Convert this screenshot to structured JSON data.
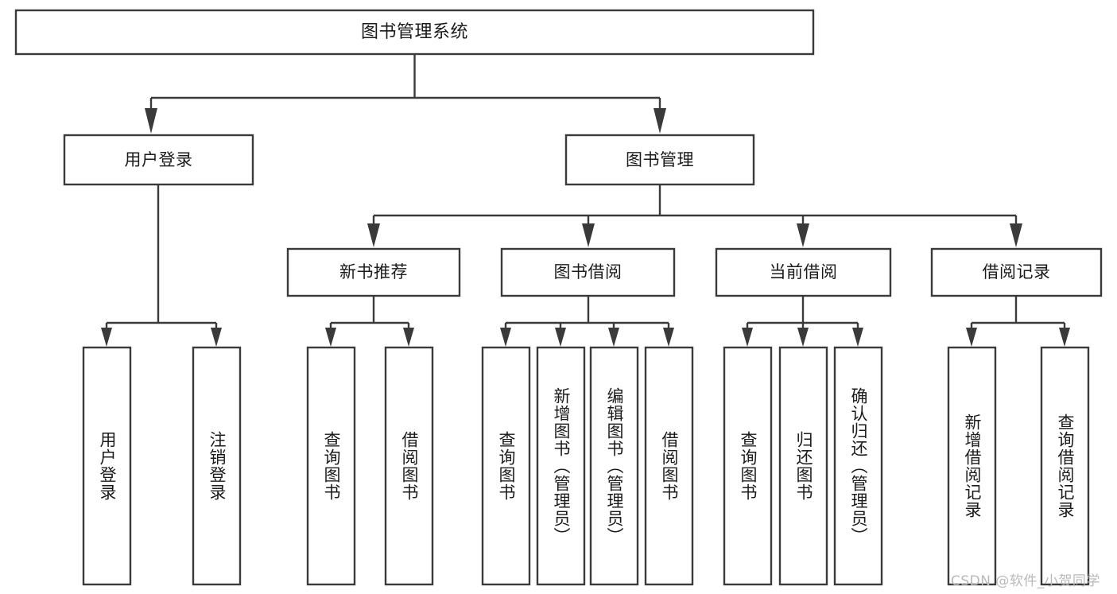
{
  "diagram": {
    "type": "tree-hierarchy",
    "title_node": {
      "label": "图书管理系统"
    },
    "level1": [
      {
        "id": "user-login",
        "label": "用户登录"
      },
      {
        "id": "book-management",
        "label": "图书管理"
      }
    ],
    "level2": [
      {
        "id": "new-book-recommend",
        "label": "新书推荐",
        "parent": "book-management"
      },
      {
        "id": "book-borrow",
        "label": "图书借阅",
        "parent": "book-management"
      },
      {
        "id": "current-borrow",
        "label": "当前借阅",
        "parent": "book-management"
      },
      {
        "id": "borrow-record",
        "label": "借阅记录",
        "parent": "book-management"
      }
    ],
    "leaves": [
      {
        "id": "leaf-user-login",
        "label": "用户登录",
        "parent": "user-login"
      },
      {
        "id": "leaf-logout-login",
        "label": "注销登录",
        "parent": "user-login"
      },
      {
        "id": "leaf-query-book-1",
        "label": "查询图书",
        "parent": "new-book-recommend"
      },
      {
        "id": "leaf-borrow-book-1",
        "label": "借阅图书",
        "parent": "new-book-recommend"
      },
      {
        "id": "leaf-query-book-2",
        "label": "查询图书",
        "parent": "book-borrow"
      },
      {
        "id": "leaf-add-book",
        "label": "新增图书（管理员）",
        "parent": "book-borrow"
      },
      {
        "id": "leaf-edit-book",
        "label": "编辑图书（管理员）",
        "parent": "book-borrow"
      },
      {
        "id": "leaf-borrow-book-2",
        "label": "借阅图书",
        "parent": "book-borrow"
      },
      {
        "id": "leaf-query-book-3",
        "label": "查询图书",
        "parent": "current-borrow"
      },
      {
        "id": "leaf-return-book",
        "label": "归还图书",
        "parent": "current-borrow"
      },
      {
        "id": "leaf-confirm-return",
        "label": "确认归还（管理员）",
        "parent": "current-borrow"
      },
      {
        "id": "leaf-add-record",
        "label": "新增借阅记录",
        "parent": "borrow-record"
      },
      {
        "id": "leaf-query-record",
        "label": "查询借阅记录",
        "parent": "borrow-record"
      }
    ],
    "colors": {
      "box_stroke": "#3a3a3a",
      "box_fill": "#ffffff",
      "text": "#1b1b1b",
      "connector": "#3a3a3a",
      "watermark": "#b9b9b9",
      "background": "#ffffff"
    }
  },
  "watermark": {
    "text": "CSDN @软件_小贺同学"
  }
}
